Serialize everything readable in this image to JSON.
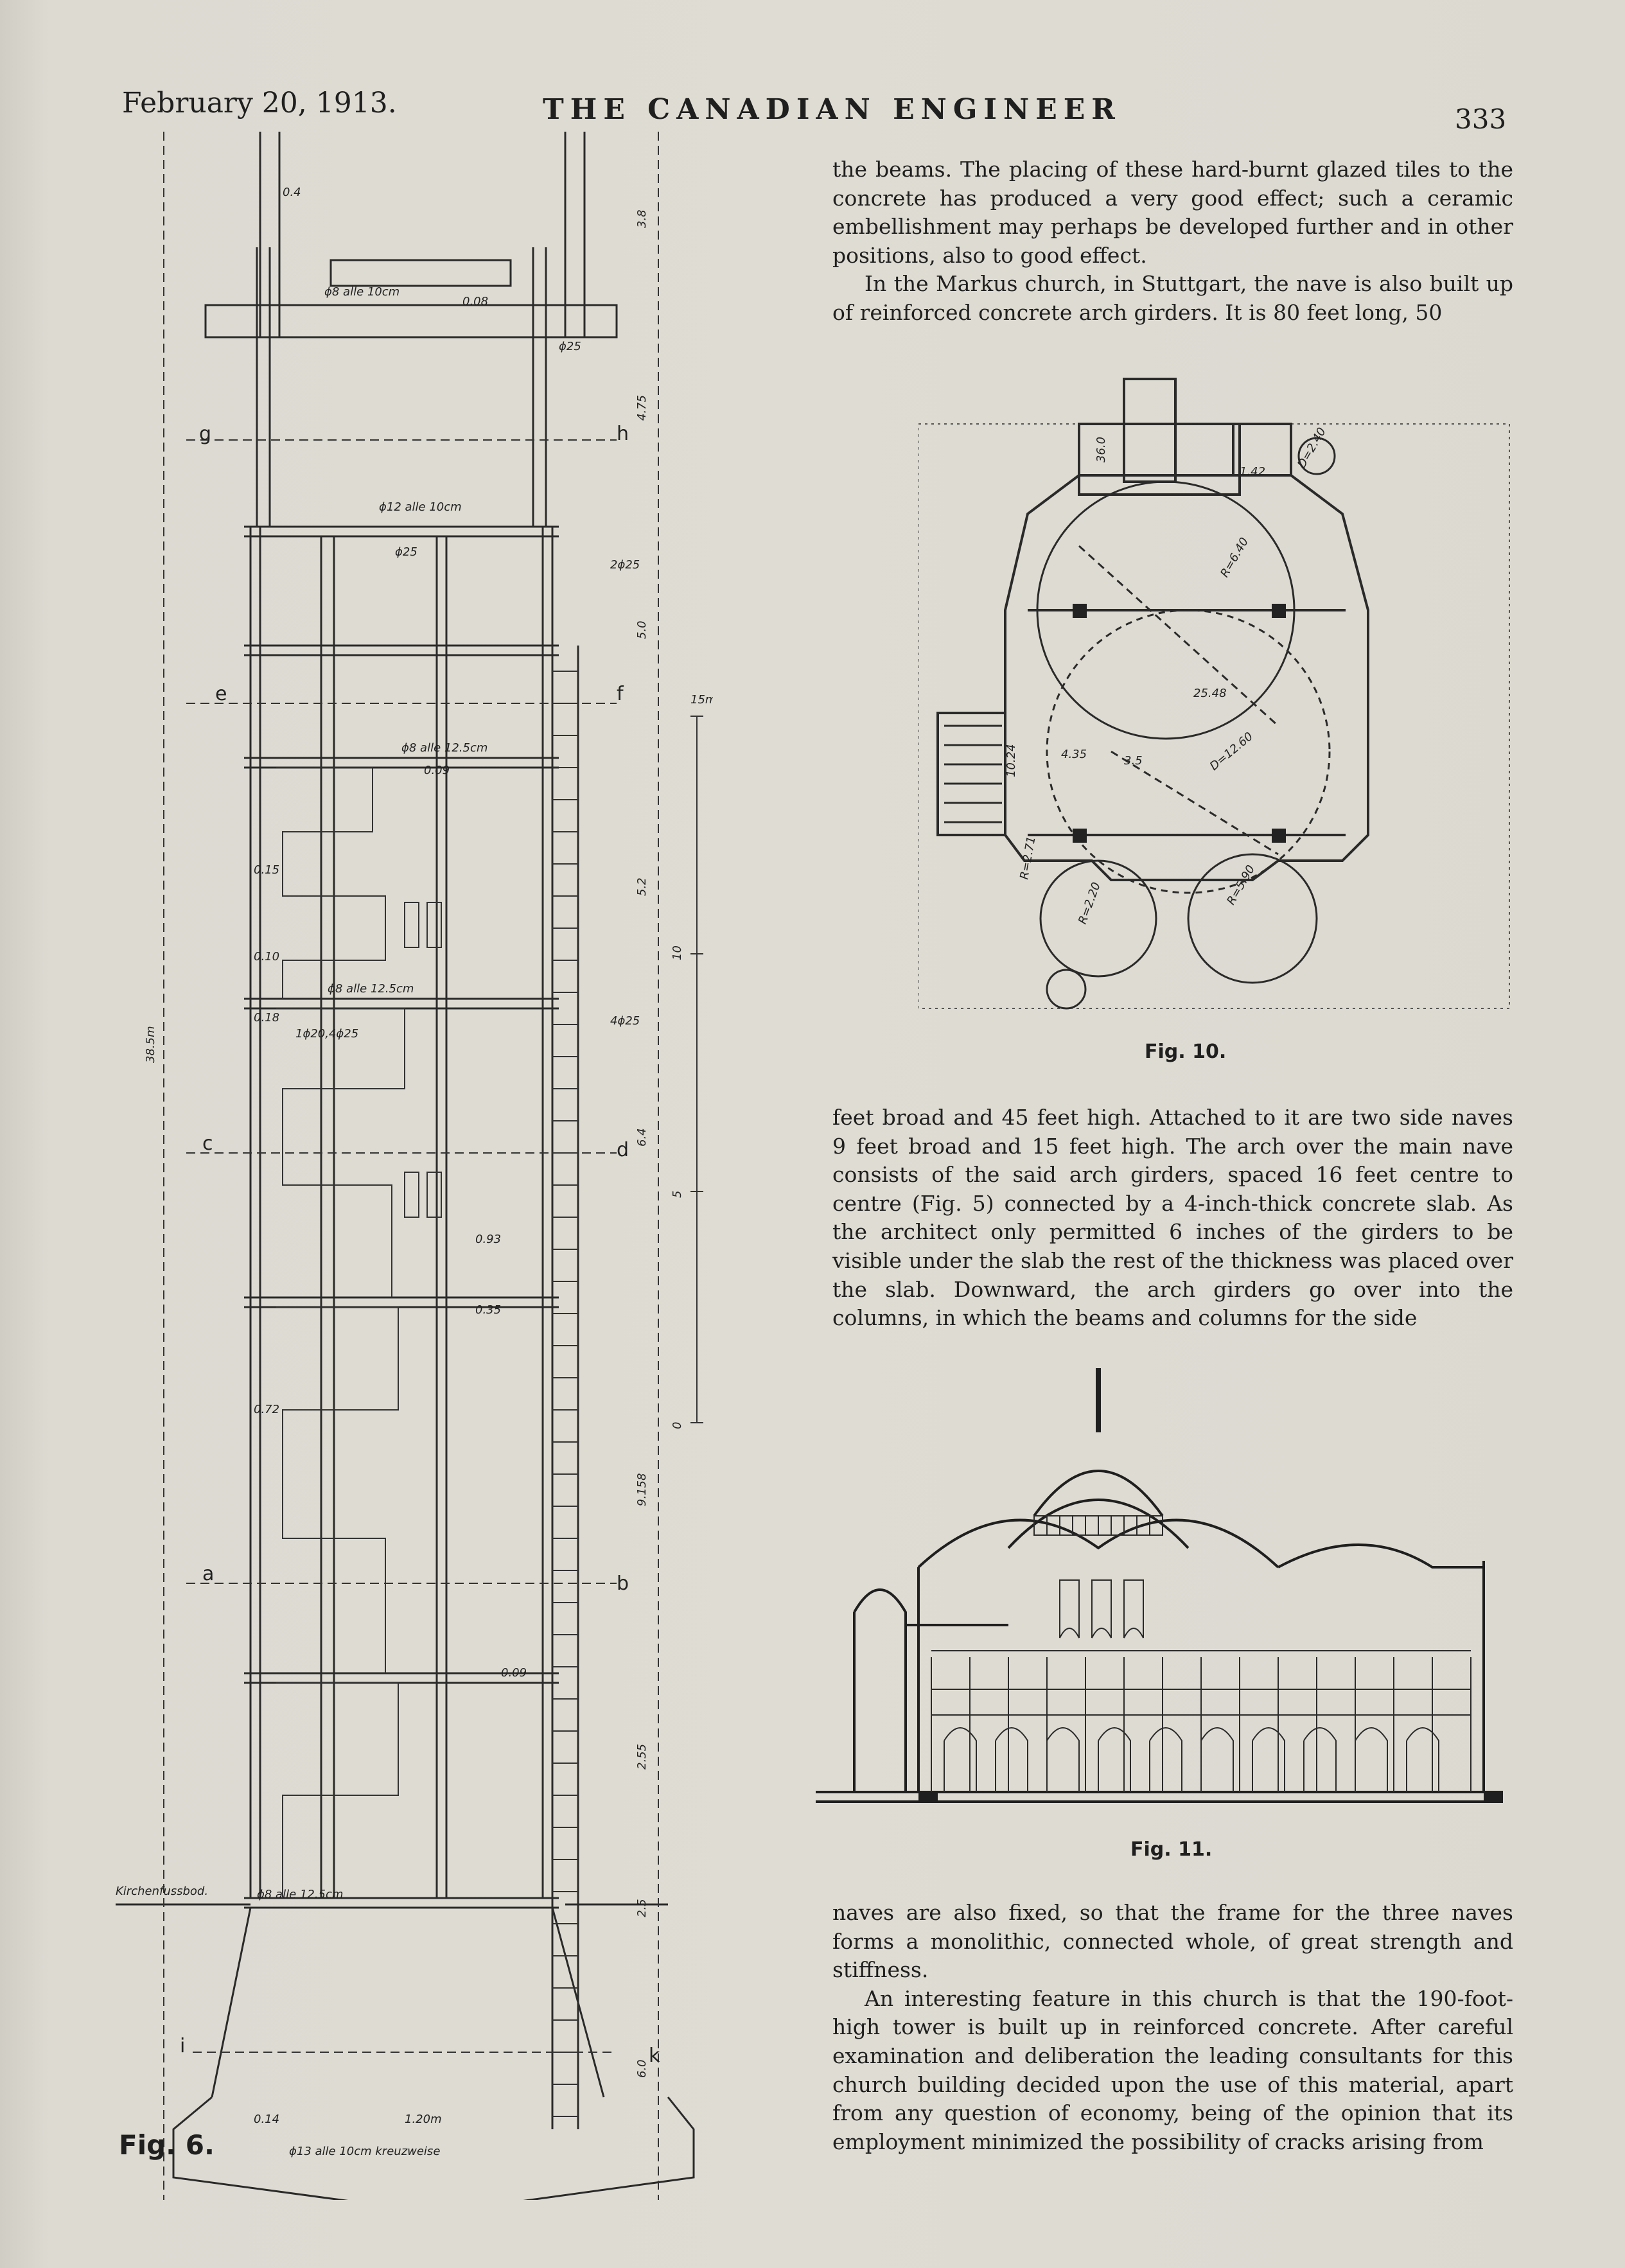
{
  "header": {
    "date": "February 20, 1913.",
    "title": "THE CANADIAN ENGINEER",
    "page": "333"
  },
  "column_top": [
    "the beams. The placing of these hard-burnt glazed tiles to the concrete has produced a very good effect; such a ceramic embellishment may perhaps be developed further and in other positions, also to good effect.",
    "In the Markus church, in Stuttgart, the nave is also built up of reinforced concrete arch girders. It is 80 feet long, 50"
  ],
  "column_middle": [
    "feet broad and 45 feet high. Attached to it are two side naves 9 feet broad and 15 feet high. The arch over the main nave consists of the said arch girders, spaced 16 feet centre to centre (Fig. 5) connected by a 4-inch-thick concrete slab. As the architect only permitted 6 inches of the girders to be visible under the slab the rest of the thickness was placed over the slab. Downward, the arch girders go over into the columns, in which the beams and columns for the side"
  ],
  "column_bottom": [
    "naves are also fixed, so that the frame for the three naves forms a monolithic, connected whole, of great strength and stiffness.",
    "An interesting feature in this church is that the 190-foot-high tower is built up in reinforced concrete. After careful examination and deliberation the leading consultants for this church building decided upon the use of this material, apart from any question of economy, being of the opinion that its employment minimized the possibility of cracks arising from"
  ],
  "fig6": {
    "caption": "Fig. 6.",
    "section_labels": [
      "g",
      "h",
      "e",
      "f",
      "c",
      "d",
      "a",
      "b",
      "i",
      "k"
    ],
    "annotations": {
      "a1": "ϕ8 alle 10cm",
      "a2": "0.08",
      "a3": "ϕ25",
      "a4": "ϕ12 alle 10cm",
      "a5": "ϕ25",
      "a6": "2ϕ25",
      "a7": "ϕ8 alle 12.5cm",
      "a8": "0.09",
      "a9": "ϕ8 alle 12.5cm",
      "a10": "1ϕ20,4ϕ25",
      "a11": "0.18",
      "a12": "0.15",
      "a13": "0.10",
      "a14": "0.93",
      "a15": "0.72",
      "a16": "0.35",
      "a17": "0.09",
      "a18": "ϕ8 alle 12.5cm",
      "a19": "1.20m",
      "a20": "ϕ13 alle 10cm kreuzweise",
      "a21": "Kirchenfussbod.",
      "a22": "38.5m",
      "a23": "15m",
      "a24": "0.4",
      "a25": "0.14",
      "a26": "4ϕ25"
    },
    "dims": [
      "3.8",
      "4.75",
      "5.0",
      "5.2",
      "6.4",
      "9.158",
      "2.55",
      "2.5",
      "6.0"
    ],
    "scale_marks": [
      "0",
      "5",
      "10"
    ]
  },
  "fig10": {
    "caption": "Fig. 10.",
    "labels": {
      "l1": "25.48",
      "l2": "D=12.60",
      "l3": "R=6.40",
      "l4": "R=5.90",
      "l5": "R=2.20",
      "l6": "R=2.71",
      "l7": "4.35",
      "l8": "3.5",
      "l9": "10.24",
      "l10": "1.42",
      "l11": "36.0",
      "l12": "D=2.40"
    }
  },
  "fig11": {
    "caption": "Fig. 11."
  }
}
